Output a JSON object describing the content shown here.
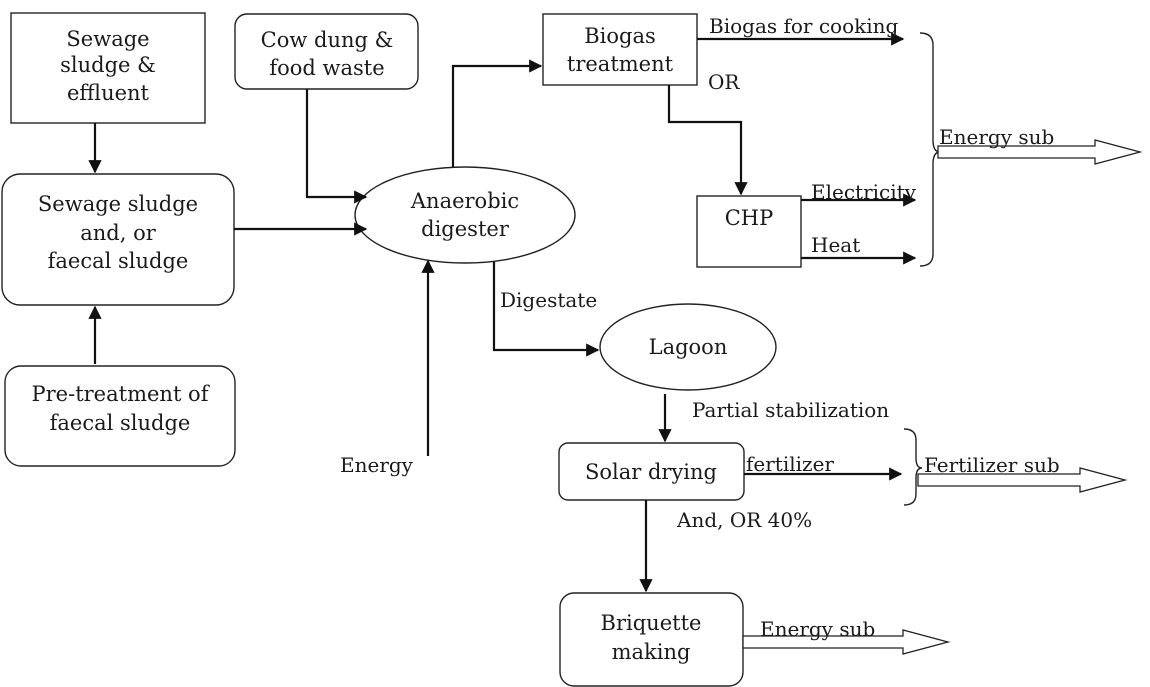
{
  "nodes": {
    "sewage_effluent": [
      "Sewage",
      "sludge &",
      "effluent"
    ],
    "cow_dung": [
      "Cow dung &",
      "food waste"
    ],
    "sewage_faecal": [
      "Sewage sludge",
      "and, or",
      "faecal sludge"
    ],
    "pretreatment": [
      "Pre-treatment of",
      "faecal sludge"
    ],
    "anaerobic": [
      "Anaerobic",
      "digester"
    ],
    "biogas_treatment": [
      "Biogas",
      "treatment"
    ],
    "chp": "CHP",
    "lagoon": "Lagoon",
    "solar_drying": "Solar drying",
    "briquette": [
      "Briquette",
      "making"
    ]
  },
  "labels": {
    "biogas_cooking": "Biogas for cooking",
    "or": "OR",
    "electricity": "Electricity",
    "heat": "Heat",
    "energy_sub_top": "Energy sub",
    "digestate": "Digestate",
    "partial_stabilization": "Partial stabilization",
    "energy_input": "Energy",
    "fertilizer": "fertilizer",
    "fertilizer_sub": "Fertilizer sub",
    "and_or_40": "And, OR 40%",
    "energy_sub_bottom": "Energy sub"
  }
}
